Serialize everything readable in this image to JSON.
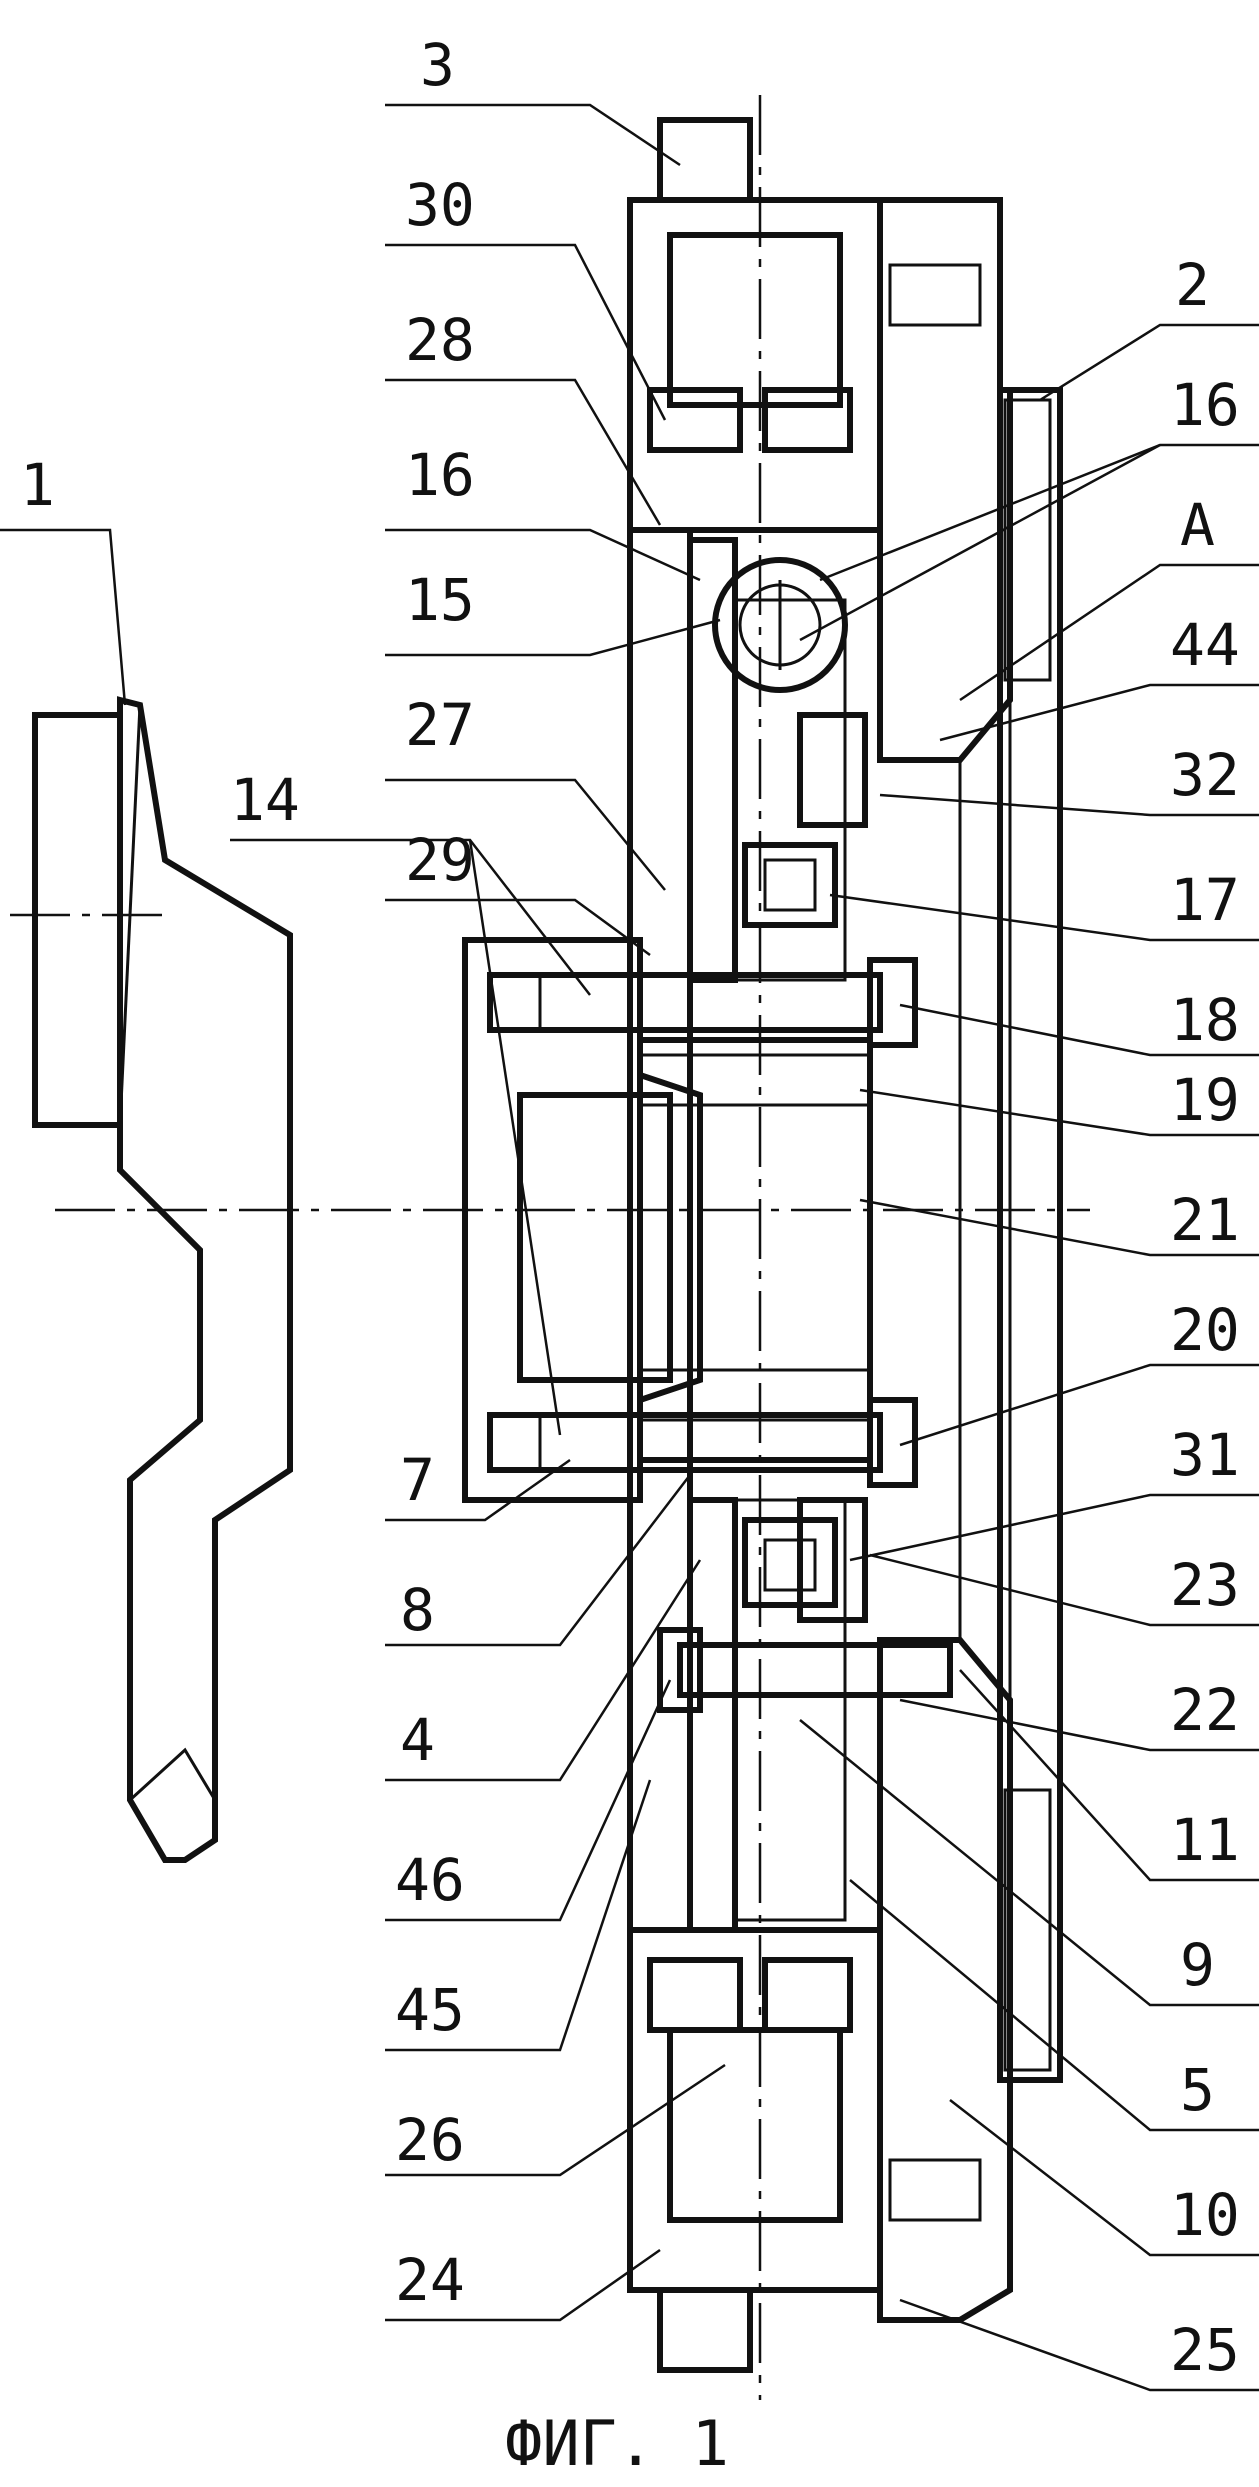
{
  "figure": {
    "caption": "ФИГ. 1"
  },
  "labels": {
    "l3": "3",
    "l30": "30",
    "l28": "28",
    "l16a": "16",
    "l15": "15",
    "l27": "27",
    "l29": "29",
    "l14": "14",
    "l1": "1",
    "l7": "7",
    "l8": "8",
    "l4": "4",
    "l46": "46",
    "l45": "45",
    "l26": "26",
    "l24": "24",
    "l2": "2",
    "l16b": "16",
    "lA": "A",
    "l44": "44",
    "l32": "32",
    "l17": "17",
    "l18": "18",
    "l19": "19",
    "l21": "21",
    "l20": "20",
    "l31": "31",
    "l23": "23",
    "l22": "22",
    "l11": "11",
    "l9": "9",
    "l5": "5",
    "l10": "10",
    "l25": "25"
  }
}
